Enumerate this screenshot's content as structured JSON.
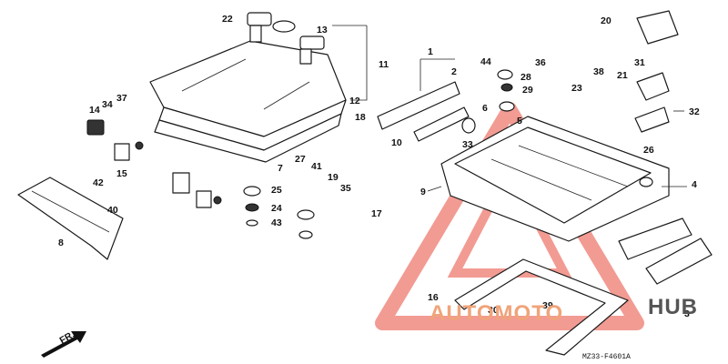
{
  "diagram": {
    "code": "MZ33-F4601A",
    "direction_label": "FR.",
    "watermark": {
      "part1": "AUTOMOTO",
      "part2": "HUB",
      "color1": "#f0a47a",
      "color2": "#555555",
      "triangle_color": "#e84a3c"
    },
    "callouts": [
      "1",
      "2",
      "3",
      "4",
      "5",
      "6",
      "7",
      "8",
      "9",
      "10",
      "11",
      "12",
      "13",
      "14",
      "15",
      "16",
      "17",
      "18",
      "19",
      "20",
      "21",
      "22",
      "23",
      "24",
      "25",
      "26",
      "27",
      "28",
      "29",
      "30",
      "31",
      "32",
      "33",
      "34",
      "35",
      "36",
      "37",
      "38",
      "39",
      "40",
      "41",
      "42",
      "43",
      "44"
    ]
  }
}
